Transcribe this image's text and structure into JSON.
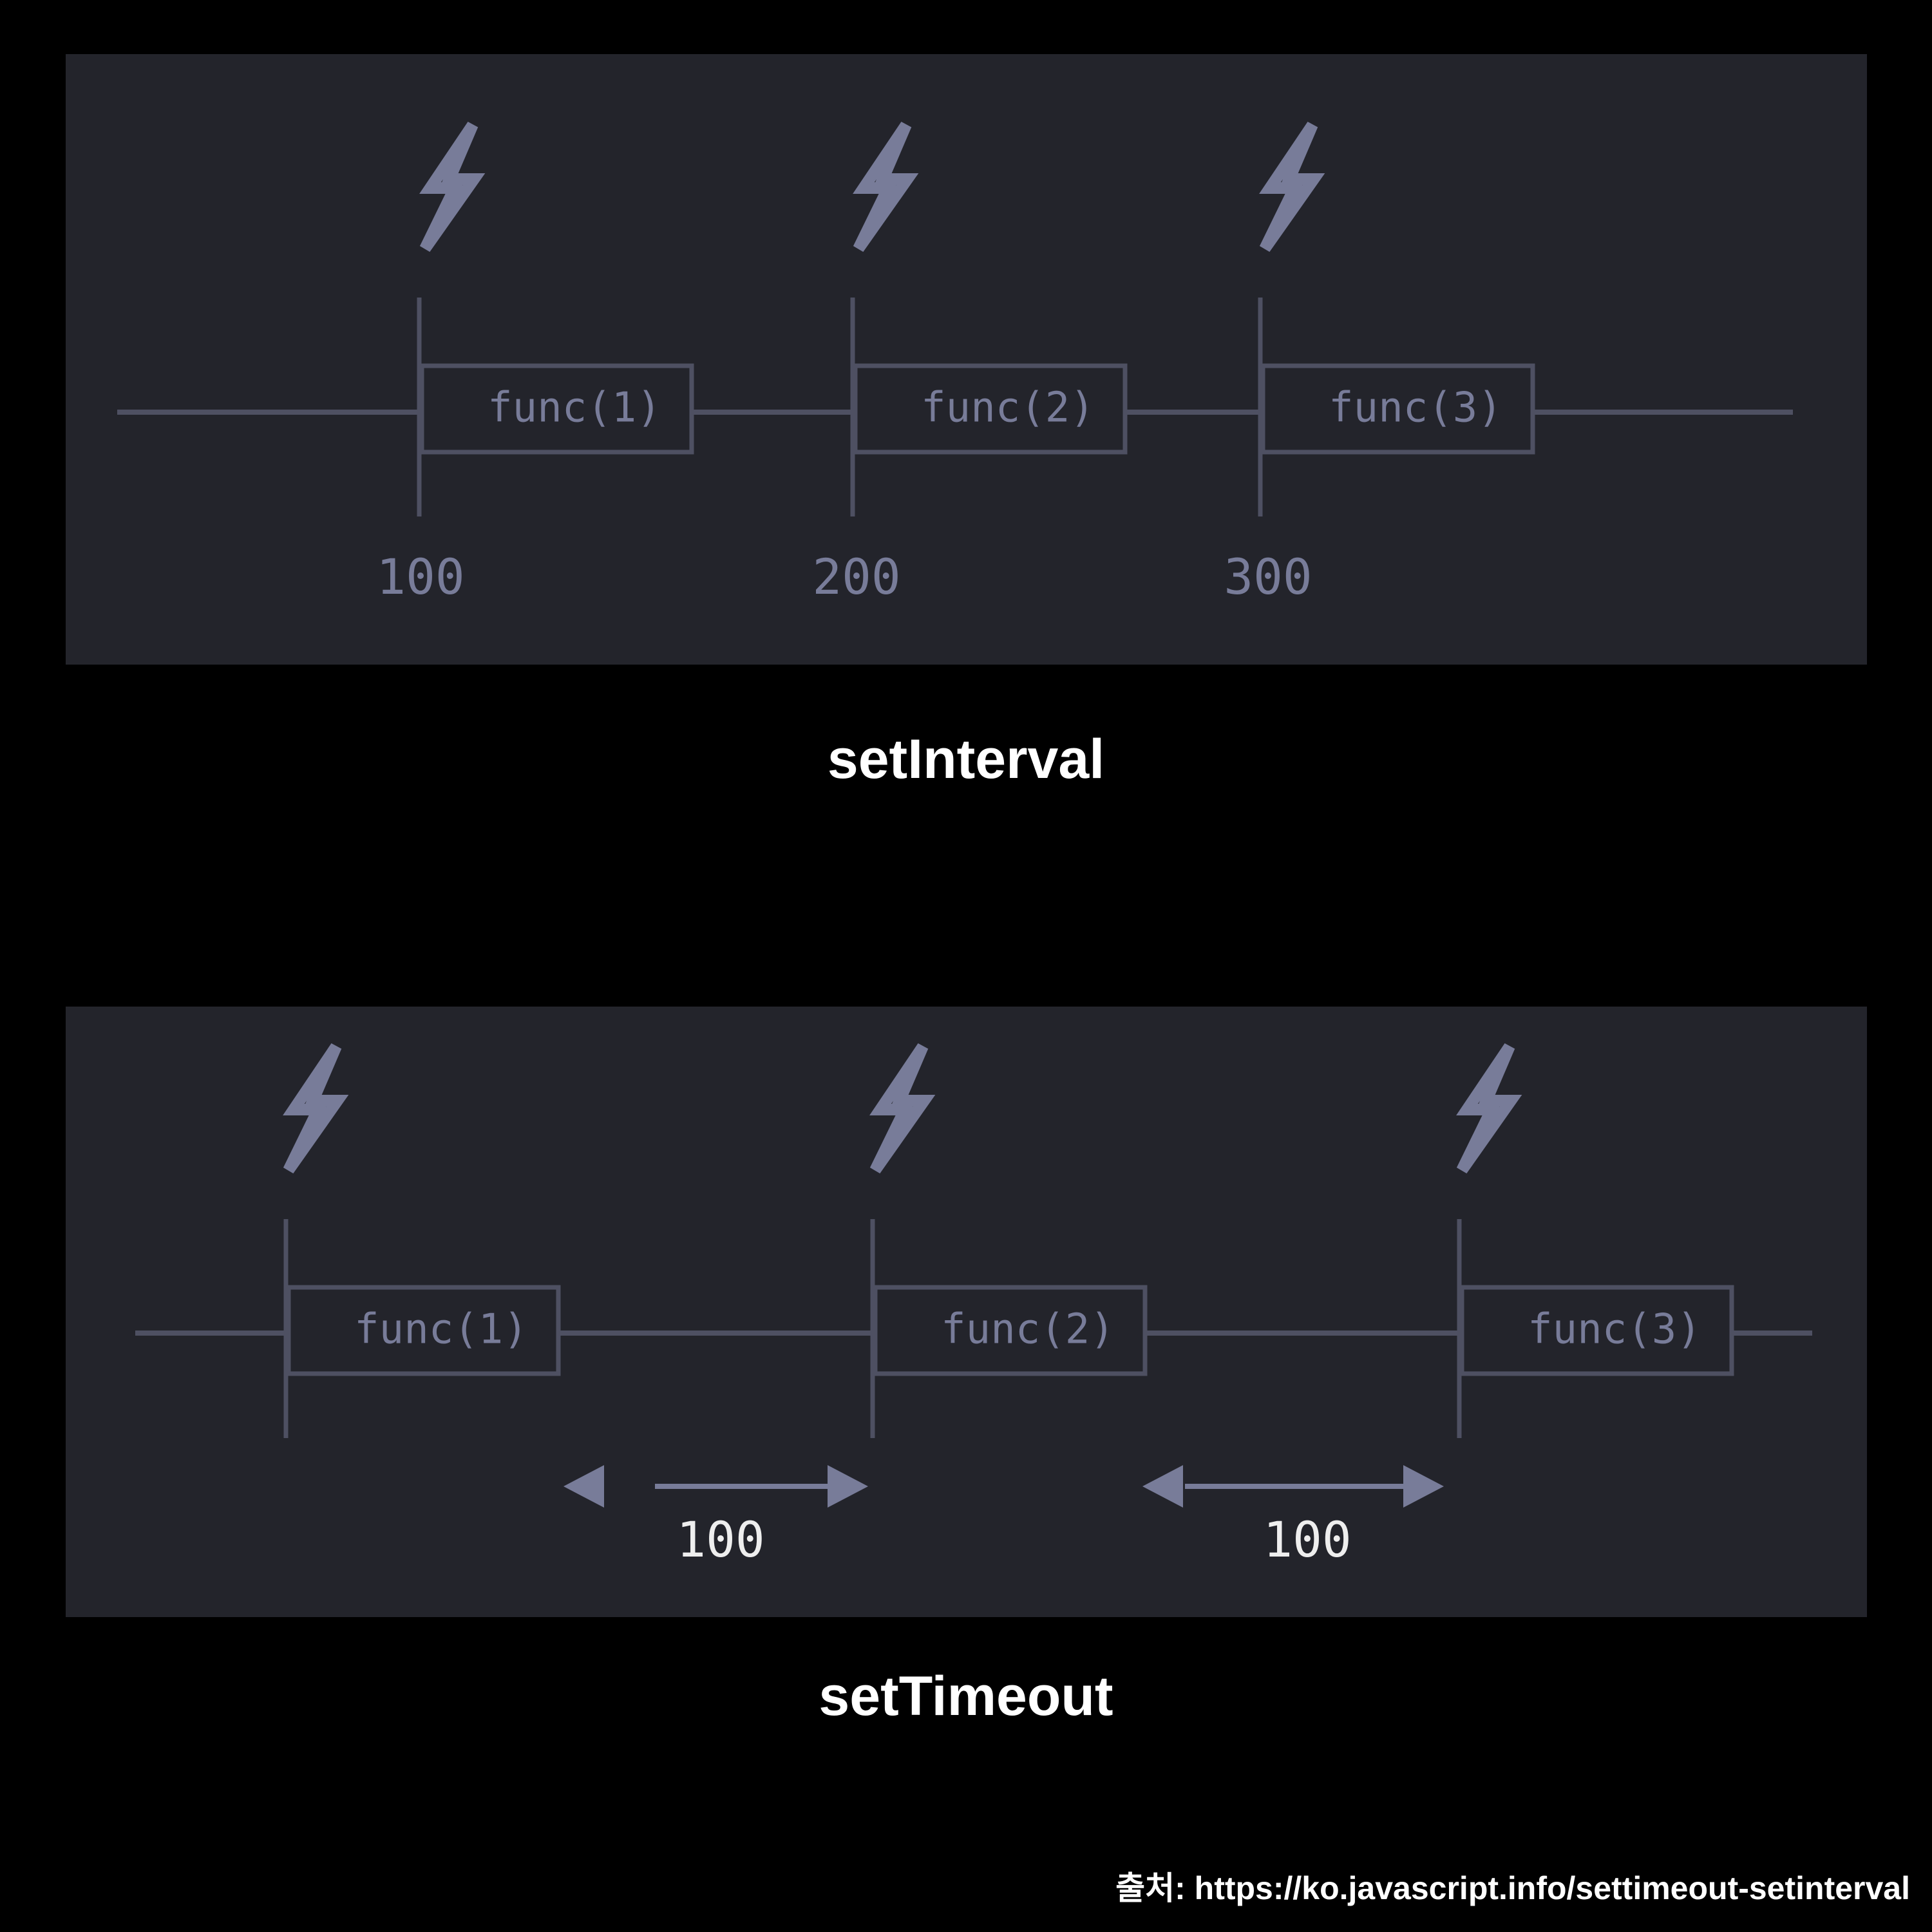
{
  "colors": {
    "background": "#000000",
    "panel": "#23242b",
    "line": "#4e5062",
    "glyph": "#787c99",
    "label_bright": "#eeeeee",
    "caption": "#ffffff"
  },
  "icons": {
    "trigger": "lightning-bolt-icon"
  },
  "diagrams": {
    "interval": {
      "caption": "setInterval",
      "calls": [
        {
          "label": "func(1)",
          "time": "100"
        },
        {
          "label": "func(2)",
          "time": "200"
        },
        {
          "label": "func(3)",
          "time": "300"
        }
      ]
    },
    "timeout": {
      "caption": "setTimeout",
      "calls": [
        {
          "label": "func(1)"
        },
        {
          "label": "func(2)"
        },
        {
          "label": "func(3)"
        }
      ],
      "gaps": [
        "100",
        "100"
      ]
    }
  },
  "source_note": "출처: https://ko.javascript.info/settimeout-setinterval"
}
